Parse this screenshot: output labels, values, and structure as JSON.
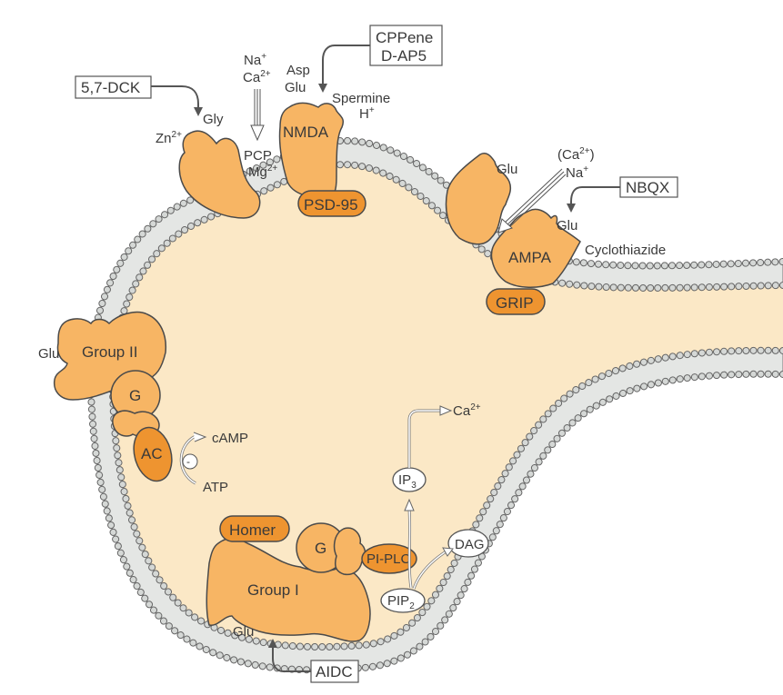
{
  "colors": {
    "cytoplasm": "#fbe8c6",
    "protein_light": "#f7b564",
    "protein_dark": "#ee9430",
    "membrane_head": "#d5d8d6",
    "outline": "#4a4a4a",
    "text": "#3a3a3a"
  },
  "drugs": {
    "dck": "5,7-DCK",
    "cppene": "CPPene",
    "dap5": "D-AP5",
    "nbqx": "NBQX",
    "aidc": "AIDC"
  },
  "nmda": {
    "label": "NMDA",
    "scaffold": "PSD-95",
    "ions_in": [
      "Na",
      "Ca"
    ],
    "na_charge": "+",
    "ca_charge": "2+",
    "agonists": [
      "Asp",
      "Glu"
    ],
    "coagonist": "Gly",
    "zinc": "Zn",
    "zinc_charge": "2+",
    "blockers": [
      "PCP",
      "Mg"
    ],
    "mg_charge": "2+",
    "modulators": [
      "Spermine",
      "H"
    ],
    "h_charge": "+"
  },
  "ampa": {
    "label": "AMPA",
    "scaffold": "GRIP",
    "glu_left": "Glu",
    "glu_right": "Glu",
    "ion_ca_paren_open": "(Ca",
    "ion_ca_charge": "2+",
    "ion_ca_paren_close": ")",
    "ion_na": "Na",
    "ion_na_charge": "+",
    "modulator": "Cyclothiazide"
  },
  "group2": {
    "label": "Group II",
    "glu": "Glu",
    "g_protein": "G",
    "effector": "AC",
    "inhibit": "-",
    "product": "cAMP",
    "substrate": "ATP"
  },
  "group1": {
    "label": "Group I",
    "glu": "Glu",
    "scaffold": "Homer",
    "g_protein": "G",
    "effector": "PI-PLC",
    "pip": "PIP",
    "pip_sub": "2",
    "dag": "DAG",
    "ip": "IP",
    "ip_sub": "3",
    "calcium": "Ca",
    "calcium_charge": "2+"
  }
}
